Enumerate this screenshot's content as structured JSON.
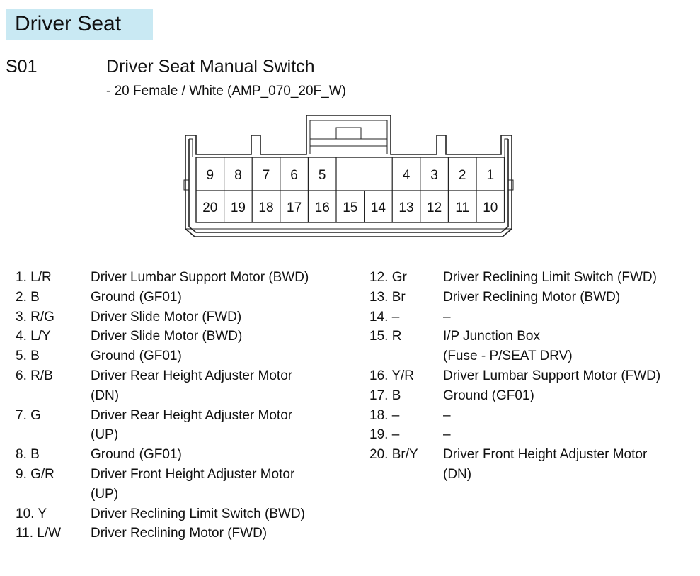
{
  "section_title": "Driver Seat",
  "connector": {
    "id": "S01",
    "name": "Driver Seat Manual Switch",
    "spec": "- 20 Female / White (AMP_070_20F_W)",
    "top_row": [
      "9",
      "8",
      "7",
      "6",
      "5",
      "",
      "4",
      "3",
      "2",
      "1"
    ],
    "bottom_row": [
      "20",
      "19",
      "18",
      "17",
      "16",
      "15",
      "14",
      "13",
      "12",
      "11",
      "10"
    ]
  },
  "pins_left": [
    {
      "num": "1. L/R",
      "desc": [
        "Driver Lumbar Support Motor (BWD)"
      ]
    },
    {
      "num": "2. B",
      "desc": [
        "Ground (GF01)"
      ]
    },
    {
      "num": "3. R/G",
      "desc": [
        "Driver Slide Motor (FWD)"
      ]
    },
    {
      "num": "4. L/Y",
      "desc": [
        "Driver Slide Motor (BWD)"
      ]
    },
    {
      "num": "5. B",
      "desc": [
        "Ground (GF01)"
      ]
    },
    {
      "num": "6. R/B",
      "desc": [
        "Driver Rear Height Adjuster Motor",
        "(DN)"
      ]
    },
    {
      "num": "7. G",
      "desc": [
        "Driver Rear Height Adjuster Motor",
        "(UP)"
      ]
    },
    {
      "num": "8. B",
      "desc": [
        "Ground (GF01)"
      ]
    },
    {
      "num": "9. G/R",
      "desc": [
        "Driver Front Height Adjuster Motor",
        "(UP)"
      ]
    },
    {
      "num": "10. Y",
      "desc": [
        "Driver Reclining Limit Switch (BWD)"
      ]
    },
    {
      "num": "11. L/W",
      "desc": [
        "Driver Reclining Motor (FWD)"
      ]
    }
  ],
  "pins_right": [
    {
      "num": "12. Gr",
      "desc": [
        "Driver Reclining Limit Switch (FWD)"
      ]
    },
    {
      "num": "13. Br",
      "desc": [
        "Driver Reclining Motor (BWD)"
      ]
    },
    {
      "num": "14. –",
      "desc": [
        "–"
      ]
    },
    {
      "num": "15. R",
      "desc": [
        "I/P Junction Box",
        "(Fuse - P/SEAT DRV)"
      ]
    },
    {
      "num": "16. Y/R",
      "desc": [
        "Driver Lumbar Support Motor (FWD)"
      ]
    },
    {
      "num": "17. B",
      "desc": [
        "Ground (GF01)"
      ]
    },
    {
      "num": "18. –",
      "desc": [
        "–"
      ]
    },
    {
      "num": "19. –",
      "desc": [
        "–"
      ]
    },
    {
      "num": "20. Br/Y",
      "desc": [
        "Driver Front Height Adjuster Motor",
        "(DN)"
      ]
    }
  ]
}
